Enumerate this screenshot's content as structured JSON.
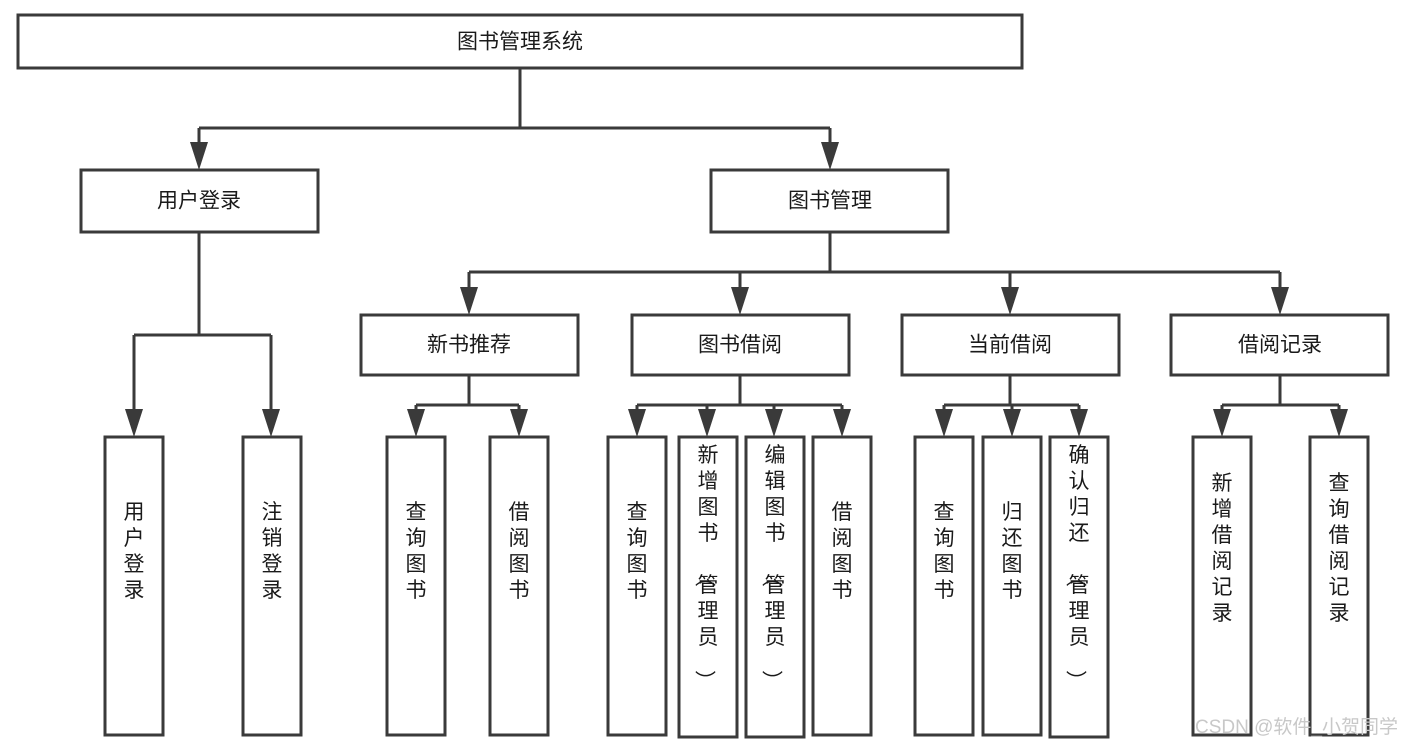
{
  "diagram": {
    "type": "tree-hierarchy-chart",
    "title": "图书管理系统",
    "background_color": "#ffffff",
    "box_stroke_color": "#3a3a3a",
    "box_fill_color": "#ffffff",
    "text_color": "#1a1a1a",
    "root": {
      "id": "root",
      "label": "图书管理系统"
    },
    "level1": [
      {
        "id": "user-login",
        "label": "用户登录"
      },
      {
        "id": "book-management",
        "label": "图书管理"
      }
    ],
    "level2": [
      {
        "id": "new-book-recommend",
        "label": "新书推荐",
        "parent": "book-management"
      },
      {
        "id": "book-borrow",
        "label": "图书借阅",
        "parent": "book-management"
      },
      {
        "id": "current-borrow",
        "label": "当前借阅",
        "parent": "book-management"
      },
      {
        "id": "borrow-record",
        "label": "借阅记录",
        "parent": "book-management"
      }
    ],
    "leaves": [
      {
        "id": "leaf-user-login",
        "label": "用户登录",
        "parent": "user-login"
      },
      {
        "id": "leaf-logout-login",
        "label": "注销登录",
        "parent": "user-login"
      },
      {
        "id": "leaf-query-book-1",
        "label": "查询图书",
        "parent": "new-book-recommend"
      },
      {
        "id": "leaf-borrow-book-1",
        "label": "借阅图书",
        "parent": "new-book-recommend"
      },
      {
        "id": "leaf-query-book-2",
        "label": "查询图书",
        "parent": "book-borrow"
      },
      {
        "id": "leaf-add-book",
        "label": "新增图书（管理员）",
        "parent": "book-borrow"
      },
      {
        "id": "leaf-edit-book",
        "label": "编辑图书（管理员）",
        "parent": "book-borrow"
      },
      {
        "id": "leaf-borrow-book-2",
        "label": "借阅图书",
        "parent": "book-borrow"
      },
      {
        "id": "leaf-query-book-3",
        "label": "查询图书",
        "parent": "current-borrow"
      },
      {
        "id": "leaf-return-book",
        "label": "归还图书",
        "parent": "current-borrow"
      },
      {
        "id": "leaf-confirm-return",
        "label": "确认归还（管理员）",
        "parent": "current-borrow"
      },
      {
        "id": "leaf-add-borrow-record",
        "label": "新增借阅记录",
        "parent": "borrow-record"
      },
      {
        "id": "leaf-query-borrow-record",
        "label": "查询借阅记录",
        "parent": "borrow-record"
      }
    ]
  },
  "watermark": {
    "text": "CSDN @软件_小贺同学",
    "color": "#c8c8c8"
  }
}
